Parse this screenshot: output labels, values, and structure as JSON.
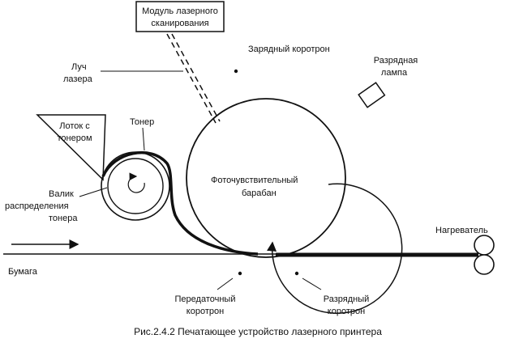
{
  "labels": {
    "laser_module_line1": "Модуль лазерного",
    "laser_module_line2": "сканирования",
    "charge_corotron": "Зарядный коротрон",
    "laser_beam_line1": "Луч",
    "laser_beam_line2": "лазера",
    "discharge_lamp_line1": "Разрядная",
    "discharge_lamp_line2": "лампа",
    "toner_tray_line1": "Лоток с",
    "toner_tray_line2": "тонером",
    "toner": "Тонер",
    "drum_line1": "Фоточувствительный",
    "drum_line2": "барабан",
    "roller_line1": "Валик",
    "roller_line2": "распределения",
    "roller_line3": "тонера",
    "heater": "Нагреватель",
    "paper": "Бумага",
    "transfer_corotron_line1": "Передаточный",
    "transfer_corotron_line2": "коротрон",
    "discharge_corotron_line1": "Разрядный",
    "discharge_corotron_line2": "коротрон"
  },
  "caption": "Рис.2.4.2 Печатающее устройство лазерного принтера"
}
